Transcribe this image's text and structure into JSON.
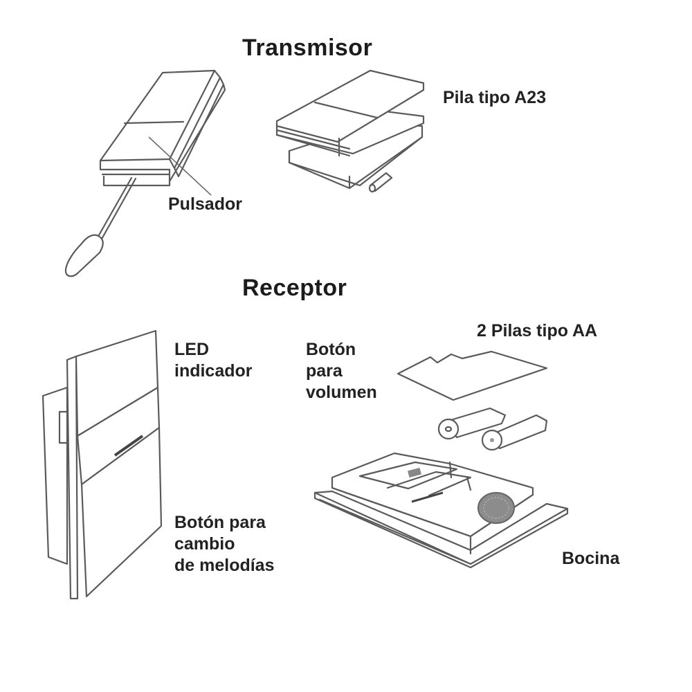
{
  "diagram": {
    "sections": [
      {
        "id": "transmitter",
        "title": "Transmisor"
      },
      {
        "id": "receiver",
        "title": "Receptor"
      }
    ],
    "labels": {
      "battery_a23": "Pila tipo A23",
      "push_button": "Pulsador",
      "led_indicator": "LED\nindicador",
      "volume_button": "Botón\npara\nvolumen",
      "batteries_aa": "2 Pilas tipo AA",
      "melody_button": "Botón para\ncambio\nde melodías",
      "speaker": "Bocina"
    },
    "components": [
      {
        "name": "transmitter-unit",
        "section": "transmitter"
      },
      {
        "name": "screwdriver",
        "section": "transmitter"
      },
      {
        "name": "transmitter-exploded-with-a23-battery",
        "section": "transmitter"
      },
      {
        "name": "receiver-unit-side-view",
        "section": "receiver"
      },
      {
        "name": "battery-cover",
        "section": "receiver"
      },
      {
        "name": "aa-batteries",
        "section": "receiver",
        "count": 2
      },
      {
        "name": "receiver-base-with-speaker",
        "section": "receiver"
      }
    ]
  }
}
